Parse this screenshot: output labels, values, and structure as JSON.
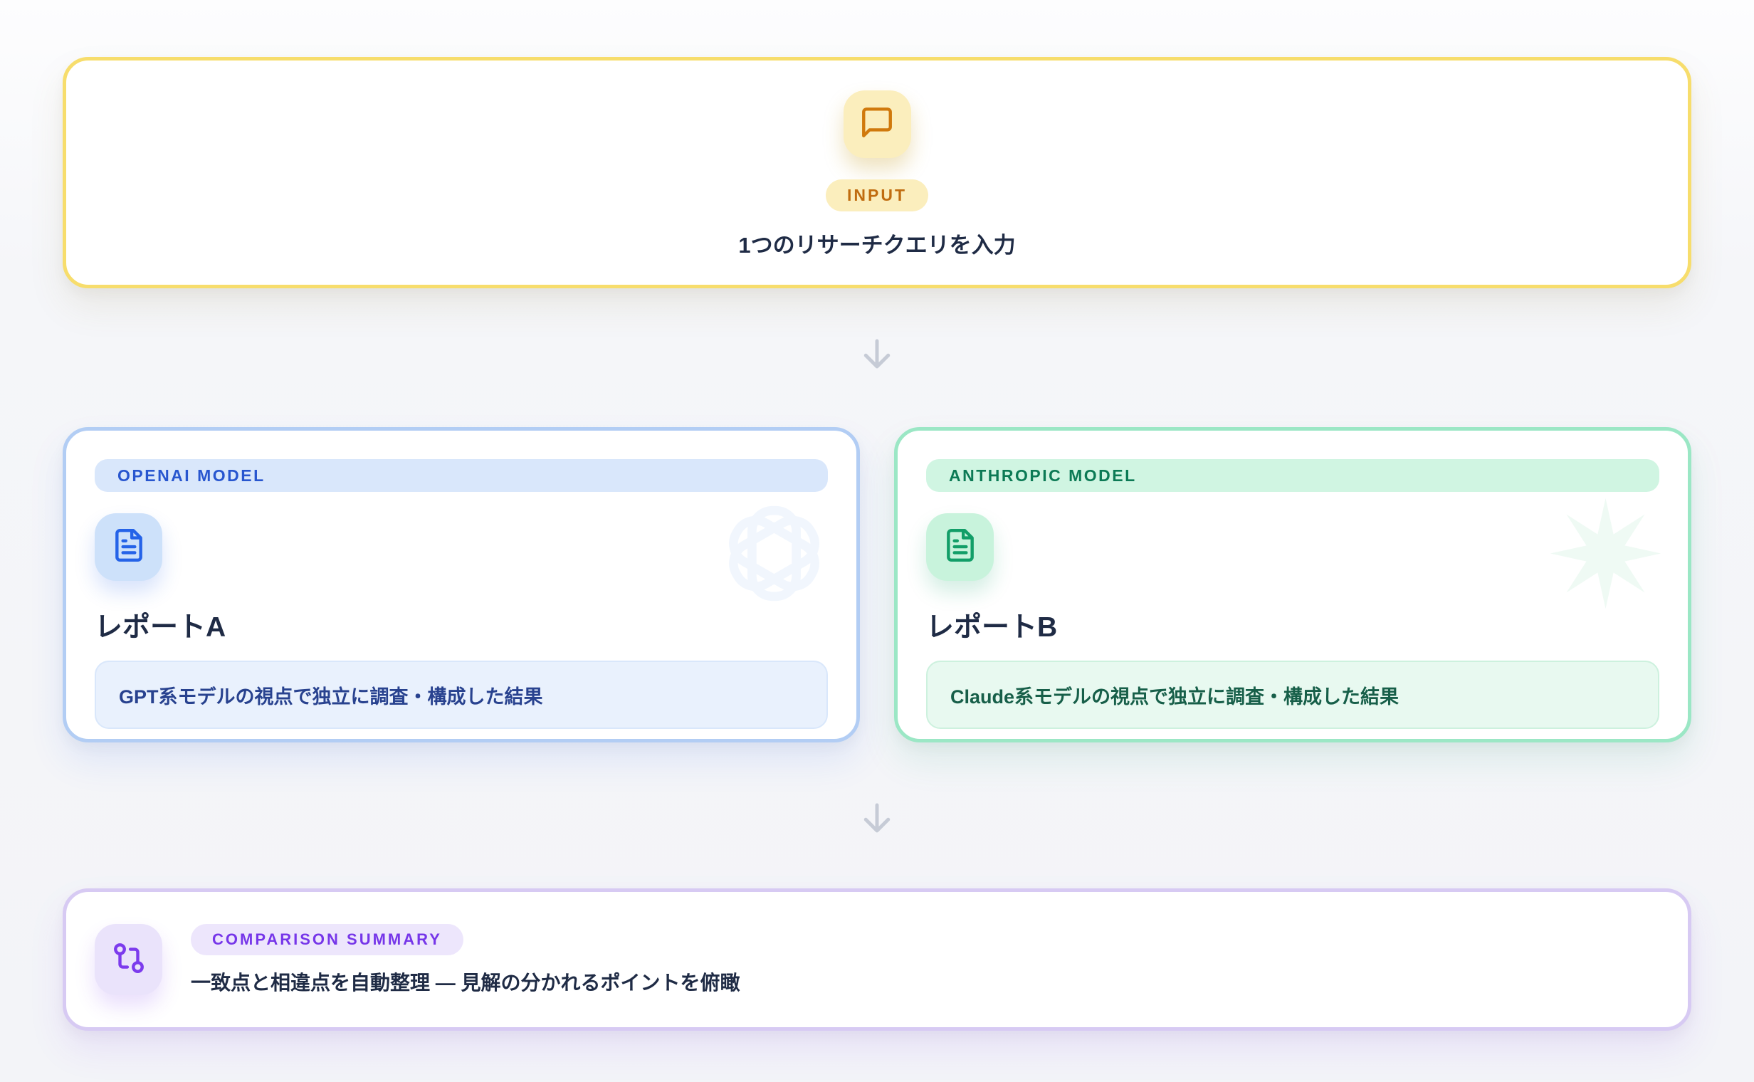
{
  "input_card": {
    "badge": "INPUT",
    "title": "1つのリサーチクエリを入力",
    "icon": "message-square-icon"
  },
  "report_a": {
    "header": "OPENAI MODEL",
    "title": "レポートA",
    "description": "GPT系モデルの視点で独立に調査・構成した結果",
    "icon": "file-text-icon",
    "watermark": "openai-logo-watermark"
  },
  "report_b": {
    "header": "ANTHROPIC MODEL",
    "title": "レポートB",
    "description": "Claude系モデルの視点で独立に調査・構成した結果",
    "icon": "file-text-icon",
    "watermark": "anthropic-logo-watermark"
  },
  "summary_card": {
    "badge": "COMPARISON SUMMARY",
    "title": "一致点と相違点を自動整理 — 見解の分かれるポイントを俯瞰",
    "icon": "git-compare-icon"
  },
  "flow": {
    "arrow_icon": "arrow-down-icon",
    "arrow_count": 2
  },
  "colors": {
    "page_background": "#f3f4f8",
    "input_accent": "#f7dd6c",
    "input_tile": "#fbeebd",
    "input_icon": "#d0790c",
    "input_badge_text": "#c06c10",
    "openai_accent": "#b2cdf4",
    "openai_header_bg": "#d9e7fb",
    "openai_header_text": "#2856cf",
    "openai_icon": "#2563e8",
    "openai_desc_bg": "#e9f1fd",
    "openai_desc_text": "#28428f",
    "anthropic_accent": "#9be7c5",
    "anthropic_header_bg": "#d0f5e2",
    "anthropic_header_text": "#0c7a55",
    "anthropic_icon": "#129e68",
    "anthropic_desc_bg": "#e8f9f0",
    "anthropic_desc_text": "#175f49",
    "summary_accent": "#d7caf3",
    "summary_icon": "#7c3bed",
    "summary_badge_text": "#7636e9",
    "heading_text": "#1f2b45",
    "arrow": "#c6cbd6"
  }
}
